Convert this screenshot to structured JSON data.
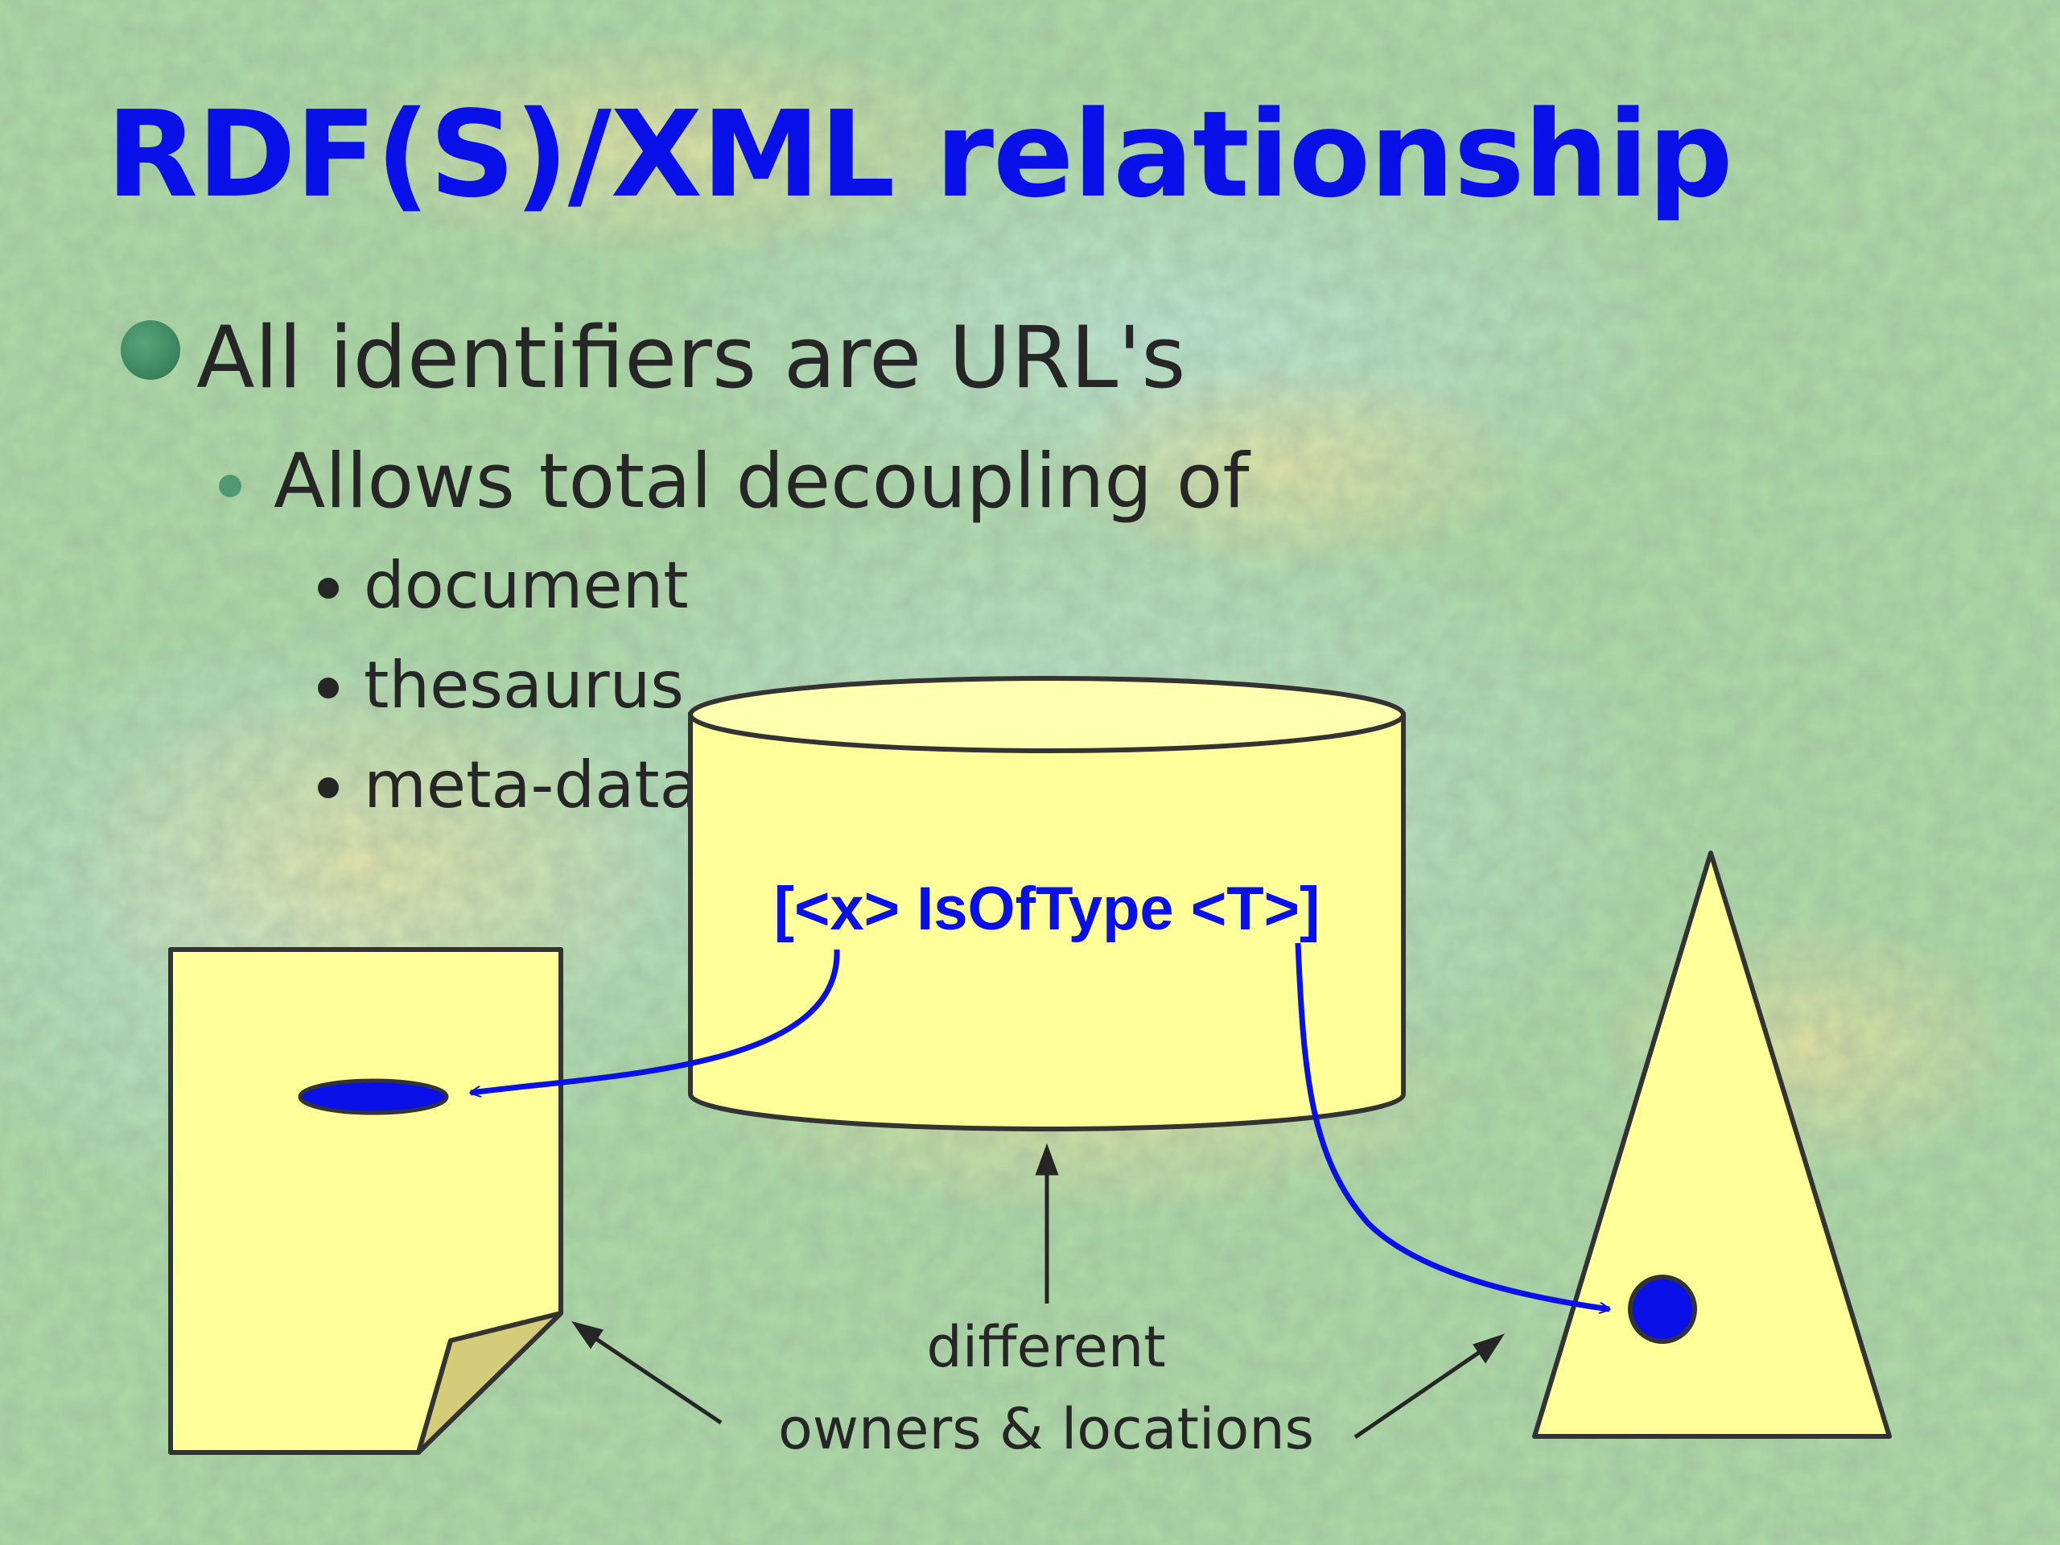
{
  "slide": {
    "title": "RDF(S)/XML relationship",
    "bullets": [
      {
        "level": 1,
        "text": "All identifiers are URL's"
      },
      {
        "level": 2,
        "text": "Allows total decoupling of"
      },
      {
        "level": 3,
        "text": "document"
      },
      {
        "level": 3,
        "text": "thesaurus"
      },
      {
        "level": 3,
        "text": "meta-data"
      }
    ]
  },
  "diagram": {
    "statement": "[<x> IsOfType <T>]",
    "caption_line1": "different",
    "caption_line2": "owners & locations",
    "nodes": [
      "document-shape",
      "database-cylinder",
      "thesaurus-triangle"
    ]
  },
  "colors": {
    "title": "#0a10e8",
    "text": "#262626",
    "shape_fill": "#ffff99",
    "shape_stroke": "#333333",
    "link": "#0a10e8",
    "background": "#a9d5a6"
  }
}
